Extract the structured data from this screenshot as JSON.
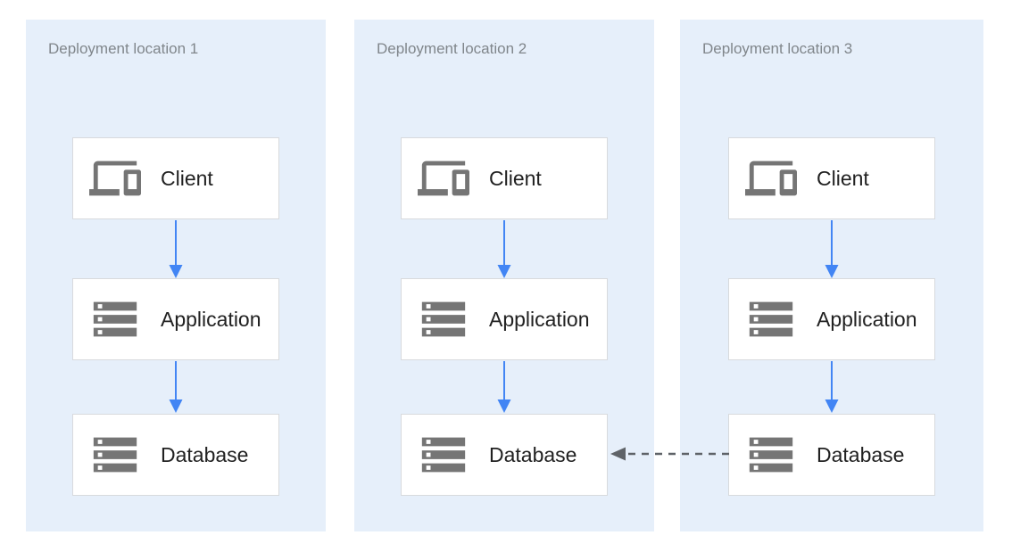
{
  "diagram": {
    "type": "architecture-diagram",
    "panels": [
      {
        "title": "Deployment location 1",
        "nodes": [
          {
            "label": "Client",
            "icon": "devices-icon"
          },
          {
            "label": "Application",
            "icon": "server-stack-icon"
          },
          {
            "label": "Database",
            "icon": "server-stack-icon"
          }
        ]
      },
      {
        "title": "Deployment location 2",
        "nodes": [
          {
            "label": "Client",
            "icon": "devices-icon"
          },
          {
            "label": "Application",
            "icon": "server-stack-icon"
          },
          {
            "label": "Database",
            "icon": "server-stack-icon"
          }
        ]
      },
      {
        "title": "Deployment location 3",
        "nodes": [
          {
            "label": "Client",
            "icon": "devices-icon"
          },
          {
            "label": "Application",
            "icon": "server-stack-icon"
          },
          {
            "label": "Database",
            "icon": "server-stack-icon"
          }
        ]
      }
    ],
    "connections": {
      "within_panel_flow": [
        "Client -> Application",
        "Application -> Database"
      ],
      "cross_panel_link": {
        "from": "Database (Deployment location 3)",
        "to": "Database (Deployment location 2)",
        "style": "dashed"
      }
    },
    "colors": {
      "panel_background": "#E6EFFA",
      "node_background": "#FFFFFF",
      "node_border": "#D8DADD",
      "title_text": "#80868B",
      "label_text": "#212121",
      "icon_gray": "#757575",
      "flow_arrow_blue": "#4285F4",
      "dashed_arrow_gray": "#5F6368"
    }
  }
}
